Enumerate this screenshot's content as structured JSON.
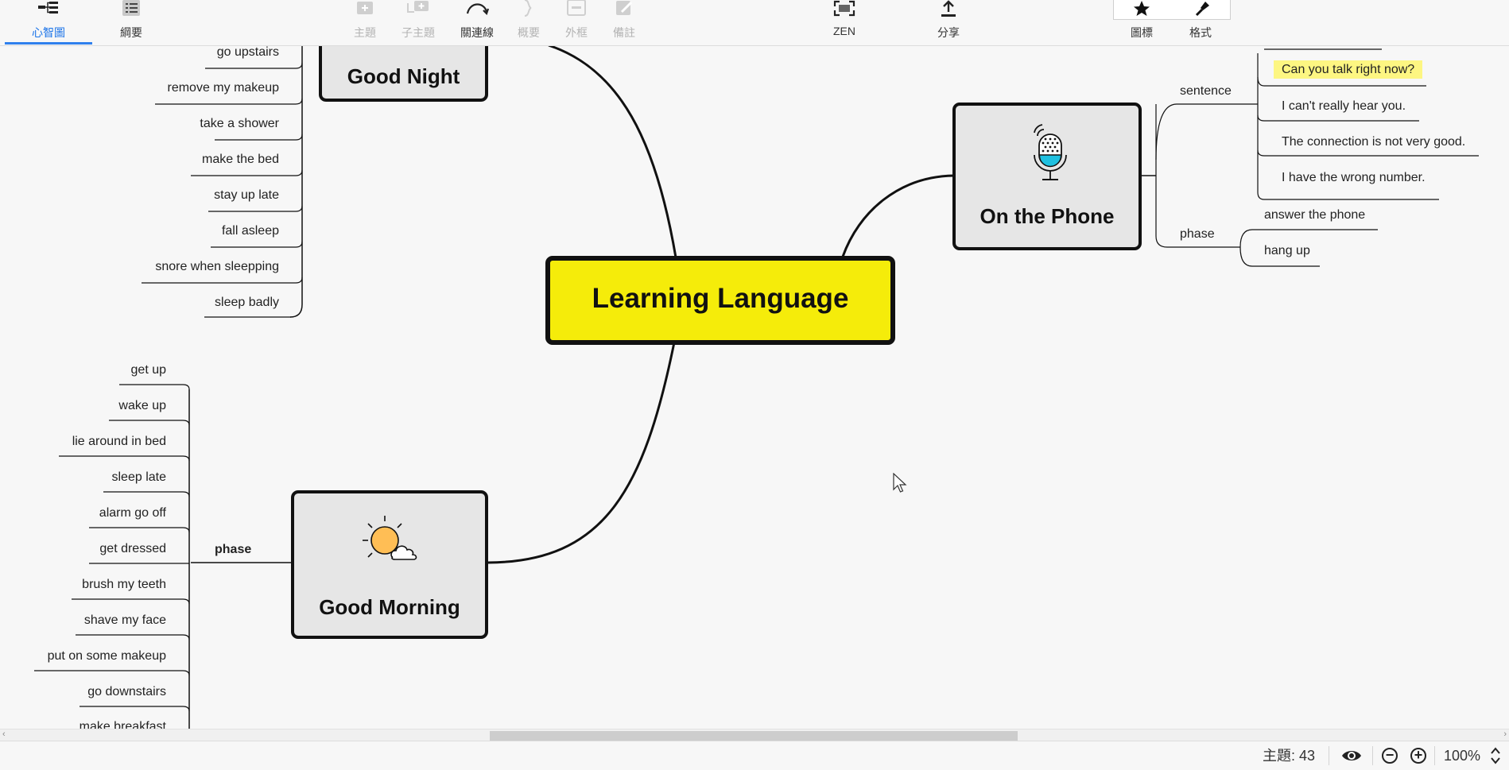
{
  "toolbar": {
    "mindmap": "心智圖",
    "outline": "綱要",
    "topic": "主題",
    "subtopic": "子主題",
    "relationship": "關連線",
    "summary": "概要",
    "boundary": "外框",
    "notes": "備註",
    "zen": "ZEN",
    "share": "分享",
    "icons": "圖標",
    "format": "格式"
  },
  "mindmap": {
    "central": "Learning Language",
    "good_night": {
      "title": "Good Night",
      "items": [
        "go upstairs",
        "remove my makeup",
        "take a shower",
        "make the bed",
        "stay up late",
        "fall asleep",
        "snore when sleepping",
        "sleep badly"
      ]
    },
    "good_morning": {
      "title": "Good Morning",
      "label": "phase",
      "items": [
        "get up",
        "wake up",
        "lie around in bed",
        "sleep late",
        "alarm go off",
        "get dressed",
        "brush my teeth",
        "shave my face",
        "put on some makeup",
        "go downstairs",
        "make breakfast"
      ]
    },
    "on_the_phone": {
      "title": "On the Phone",
      "sentence": {
        "label": "sentence",
        "items": [
          "Can you talk right now?",
          "I can't really hear you.",
          "The connection is not very good.",
          "I have the wrong number."
        ]
      },
      "phase": {
        "label": "phase",
        "items": [
          "answer the phone",
          "hang up"
        ]
      }
    }
  },
  "status": {
    "topics_label": "主題: 43",
    "zoom": "100%"
  },
  "colors": {
    "central_fill": "#f5ec0a",
    "node_fill": "#e6e6e6",
    "highlight": "#fdf682",
    "accent": "#2f80ed"
  }
}
